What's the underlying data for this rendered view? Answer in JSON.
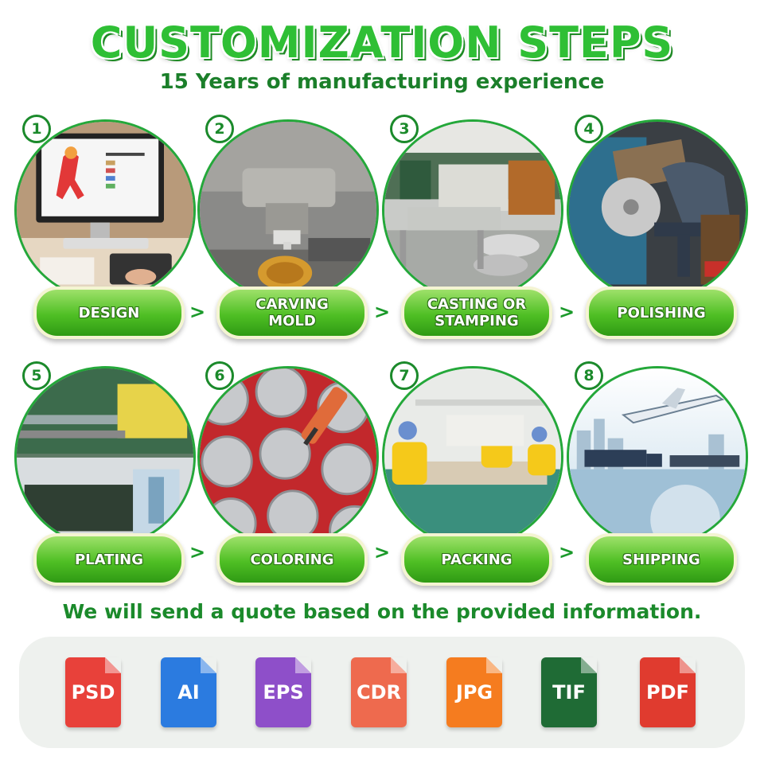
{
  "header": {
    "title": "CUSTOMIZATION STEPS",
    "subtitle": "15 Years of manufacturing experience"
  },
  "steps": [
    {
      "number": "1",
      "label": "DESIGN",
      "image": "designer-computer-photo"
    },
    {
      "number": "2",
      "label": "CARVING\nMOLD",
      "image": "cnc-carving-photo"
    },
    {
      "number": "3",
      "label": "CASTING OR\nSTAMPING",
      "image": "factory-machine-photo"
    },
    {
      "number": "4",
      "label": "POLISHING",
      "image": "polishing-worker-photo"
    },
    {
      "number": "5",
      "label": "PLATING",
      "image": "plating-line-photo"
    },
    {
      "number": "6",
      "label": "COLORING",
      "image": "coin-coloring-photo"
    },
    {
      "number": "7",
      "label": "PACKING",
      "image": "packing-workers-photo"
    },
    {
      "number": "8",
      "label": "SHIPPING",
      "image": "shipping-transport-photo"
    }
  ],
  "arrow_glyph": ">",
  "quote": "We will send a quote based on the provided information.",
  "formats": [
    {
      "label": "PSD",
      "color": "#e8413a"
    },
    {
      "label": "AI",
      "color": "#2b7be0"
    },
    {
      "label": "EPS",
      "color": "#8e4fc9"
    },
    {
      "label": "CDR",
      "color": "#ee6a4e"
    },
    {
      "label": "JPG",
      "color": "#f57c1f"
    },
    {
      "label": "TIF",
      "color": "#1f6b35"
    },
    {
      "label": "PDF",
      "color": "#e03b2f"
    }
  ],
  "colors": {
    "brand_green": "#2fbf35",
    "dark_green": "#1b8a2b"
  }
}
